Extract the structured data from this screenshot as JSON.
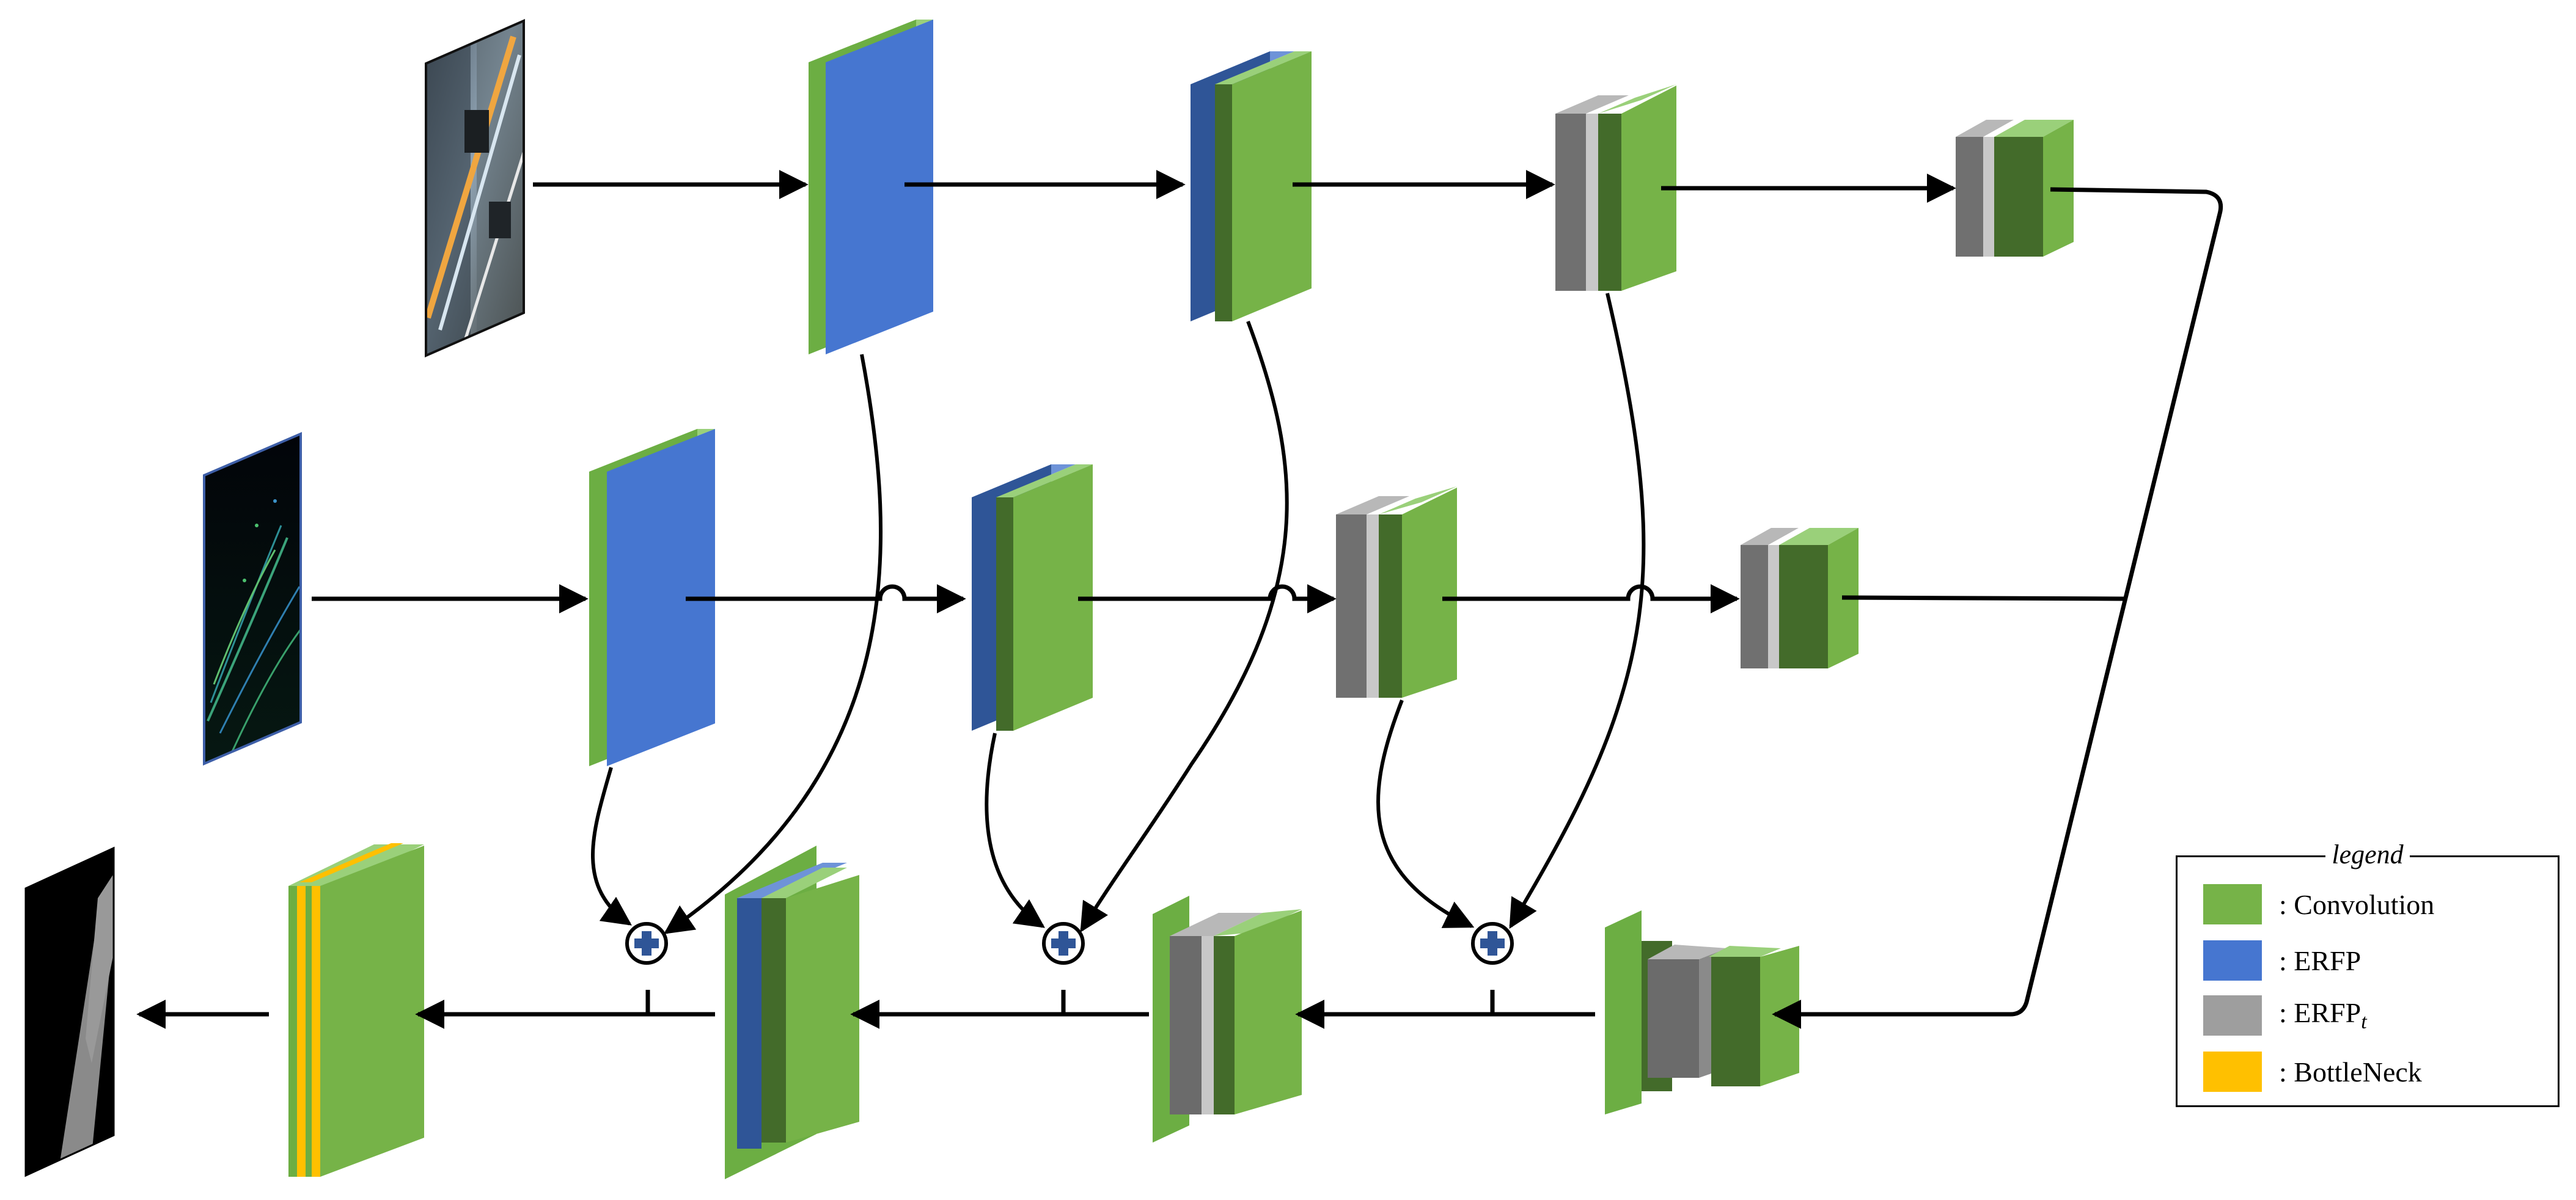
{
  "legend": {
    "title": "legend",
    "items": [
      {
        "label": ": Convolution",
        "color": "#76b348"
      },
      {
        "label": ": ERFP",
        "color": "#4676d0"
      },
      {
        "label": ": ERFP",
        "subscript": "t",
        "color": "#9e9e9e"
      },
      {
        "label": ": BottleNeck",
        "color": "#ffc000"
      }
    ]
  },
  "colors": {
    "convolution": "#76b348",
    "convolution_dark": "#436b2a",
    "erfp": "#4676d0",
    "erfp_dark": "#2f5597",
    "erfp_t": "#9e9e9e",
    "erfp_t_dark": "#6b6b6b",
    "bottleneck": "#ffc000",
    "arrow": "#000000"
  },
  "icons": {
    "input_rgb": "rgb-image-thumbnail-icon",
    "input_lidar": "lidar-image-thumbnail-icon",
    "output": "road-segmentation-output-icon",
    "fusion": "plus-fusion-icon"
  }
}
